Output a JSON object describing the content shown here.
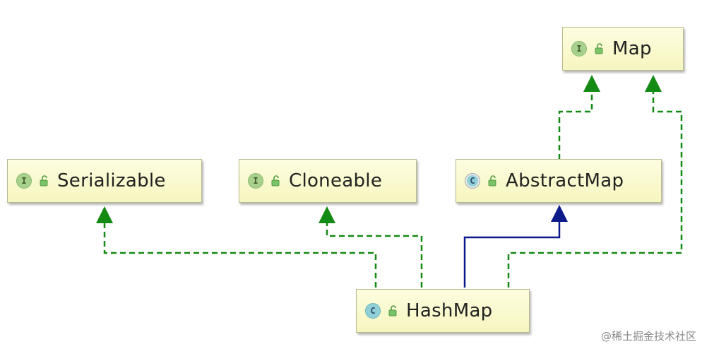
{
  "nodes": {
    "map": {
      "label": "Map",
      "kind": "interface",
      "badge": "I",
      "icon": "interface-icon"
    },
    "serializable": {
      "label": "Serializable",
      "kind": "interface",
      "badge": "I",
      "icon": "interface-icon"
    },
    "cloneable": {
      "label": "Cloneable",
      "kind": "interface",
      "badge": "I",
      "icon": "interface-icon"
    },
    "abstractmap": {
      "label": "AbstractMap",
      "kind": "abstract-class",
      "badge": "C",
      "icon": "abstract-class-icon"
    },
    "hashmap": {
      "label": "HashMap",
      "kind": "class",
      "badge": "C",
      "icon": "class-icon"
    }
  },
  "edges": [
    {
      "from": "abstractmap",
      "to": "map",
      "relation": "implements",
      "color": "#138a13"
    },
    {
      "from": "hashmap",
      "to": "map",
      "relation": "implements",
      "color": "#138a13"
    },
    {
      "from": "hashmap",
      "to": "serializable",
      "relation": "implements",
      "color": "#138a13"
    },
    {
      "from": "hashmap",
      "to": "cloneable",
      "relation": "implements",
      "color": "#138a13"
    },
    {
      "from": "hashmap",
      "to": "abstractmap",
      "relation": "extends",
      "color": "#0d1a8a"
    }
  ],
  "colors": {
    "implements": "#138a13",
    "extends": "#0d1a8a",
    "node_fill": "#f6f6c0",
    "interface_badge": "#a9d18e",
    "class_badge": "#8fd0d6"
  },
  "watermark": "@稀土掘金技术社区"
}
